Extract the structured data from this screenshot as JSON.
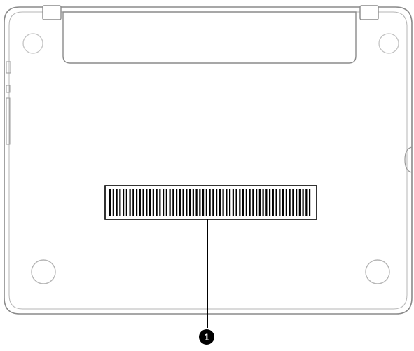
{
  "diagram": {
    "subject": "laptop-bottom-view",
    "callouts": [
      {
        "number": "1",
        "target": "vent"
      }
    ],
    "colors": {
      "outline": "#8a8a8a",
      "vent_frame": "#000000",
      "vent_slot": "#000000",
      "callout_fill": "#000000",
      "callout_text": "#ffffff"
    }
  }
}
